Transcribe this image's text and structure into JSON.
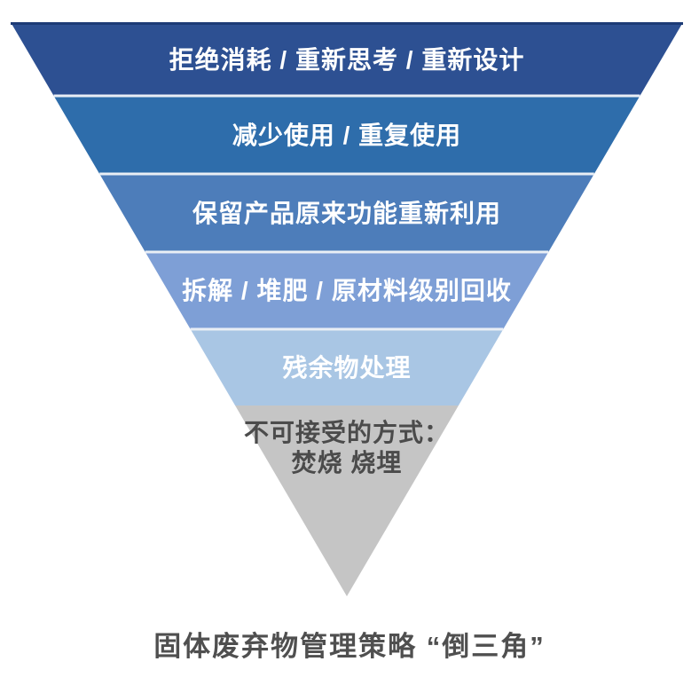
{
  "pyramid": {
    "layers": [
      {
        "label": "拒绝消耗 / 重新思考 / 重新设计",
        "color": "#2d5092"
      },
      {
        "label": "减少使用 / 重复使用",
        "color": "#2e6dab"
      },
      {
        "label": "保留产品原来功能重新利用",
        "color": "#4d7dba"
      },
      {
        "label": "拆解 / 堆肥 / 原材料级别回收",
        "color": "#7e9fd6"
      },
      {
        "label": "残余物处理",
        "color": "#a9c6e4"
      },
      {
        "label": "不可接受的方式：",
        "label_line2": "焚烧 烧埋",
        "color": "#c5c5c5"
      }
    ],
    "label_color_on_blue": "#ffffff",
    "label_color_on_gray": "#4b4b4b",
    "separator_color": "#e9eef5",
    "top_edge_color": "#1d3b76"
  },
  "caption": {
    "text": "固体废弃物管理策略 “倒三角”",
    "color": "#4f4f4f"
  }
}
